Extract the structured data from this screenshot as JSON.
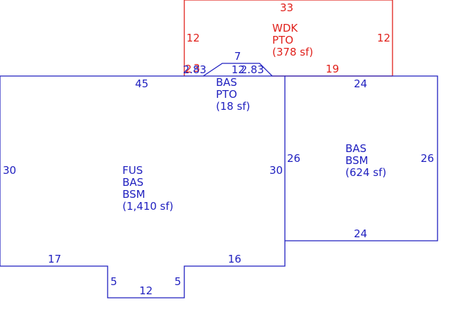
{
  "colors": {
    "building": "#1f1fbf",
    "deck": "#e0201b"
  },
  "areas": {
    "wdk": {
      "lines": [
        "WDK",
        "PTO",
        "(378 sf)"
      ]
    },
    "pto": {
      "lines": [
        "BAS",
        "PTO",
        "(18 sf)"
      ]
    },
    "main": {
      "lines": [
        "FUS",
        "BAS",
        "BSM",
        "(1,410 sf)"
      ]
    },
    "east": {
      "lines": [
        "BAS",
        "BSM",
        "(624 sf)"
      ]
    }
  },
  "dimensions": {
    "deck_top": "33",
    "deck_left": "12",
    "deck_right": "12",
    "deck_bottom": "19",
    "deck_small_a": "2",
    "deck_small_b": "3",
    "pto_top": "7",
    "pto_left": "2.83",
    "pto_mid": "12",
    "pto_right": "2.83",
    "main_top": "45",
    "main_left": "30",
    "main_right": "30",
    "main_bottom_left": "17",
    "main_bottom_right": "16",
    "notch_left": "5",
    "notch_right": "5",
    "notch_bottom": "12",
    "east_top": "24",
    "east_left": "26",
    "east_right": "26",
    "east_bottom": "24"
  }
}
